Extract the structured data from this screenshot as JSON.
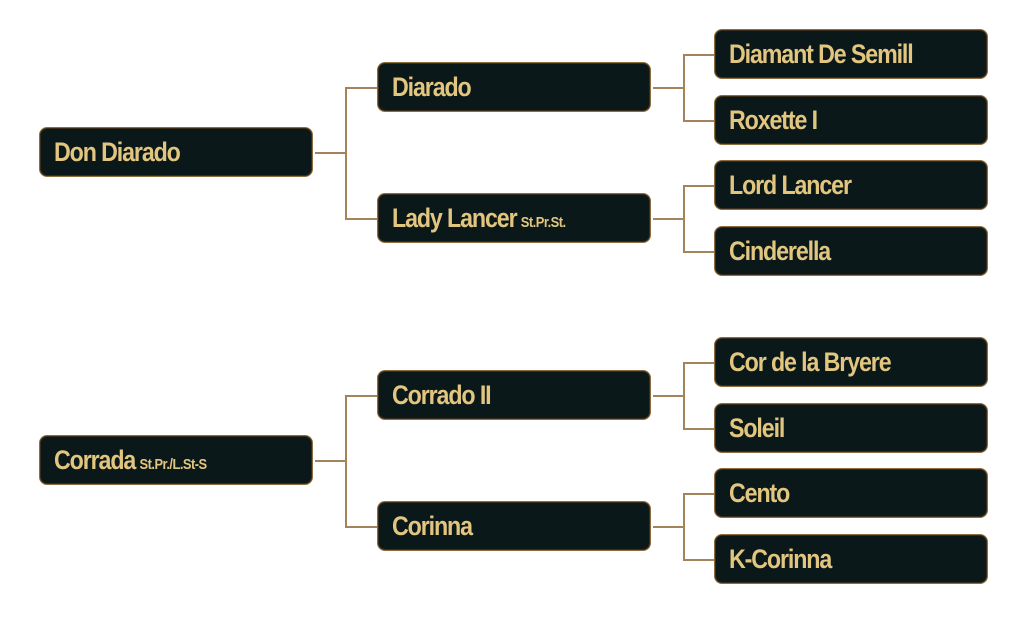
{
  "pedigrees": [
    {
      "name": "Don Diarado",
      "title": "",
      "sire": {
        "name": "Diarado",
        "title": "",
        "sire": "Diamant De Semill",
        "dam": "Roxette I"
      },
      "dam": {
        "name": "Lady Lancer",
        "title": "St.Pr.St.",
        "sire": "Lord Lancer",
        "dam": "Cinderella"
      }
    },
    {
      "name": "Corrada",
      "title": "St.Pr./L.St-S",
      "sire": {
        "name": "Corrado II",
        "title": "",
        "sire": "Cor de la Bryere",
        "dam": "Soleil"
      },
      "dam": {
        "name": "Corinna",
        "title": "",
        "sire": "Cento",
        "dam": "K-Corinna"
      }
    }
  ],
  "colors": {
    "box": "#0b181a",
    "border": "#8d6d40",
    "text": "#e2c67f",
    "line": "#a4835a"
  }
}
